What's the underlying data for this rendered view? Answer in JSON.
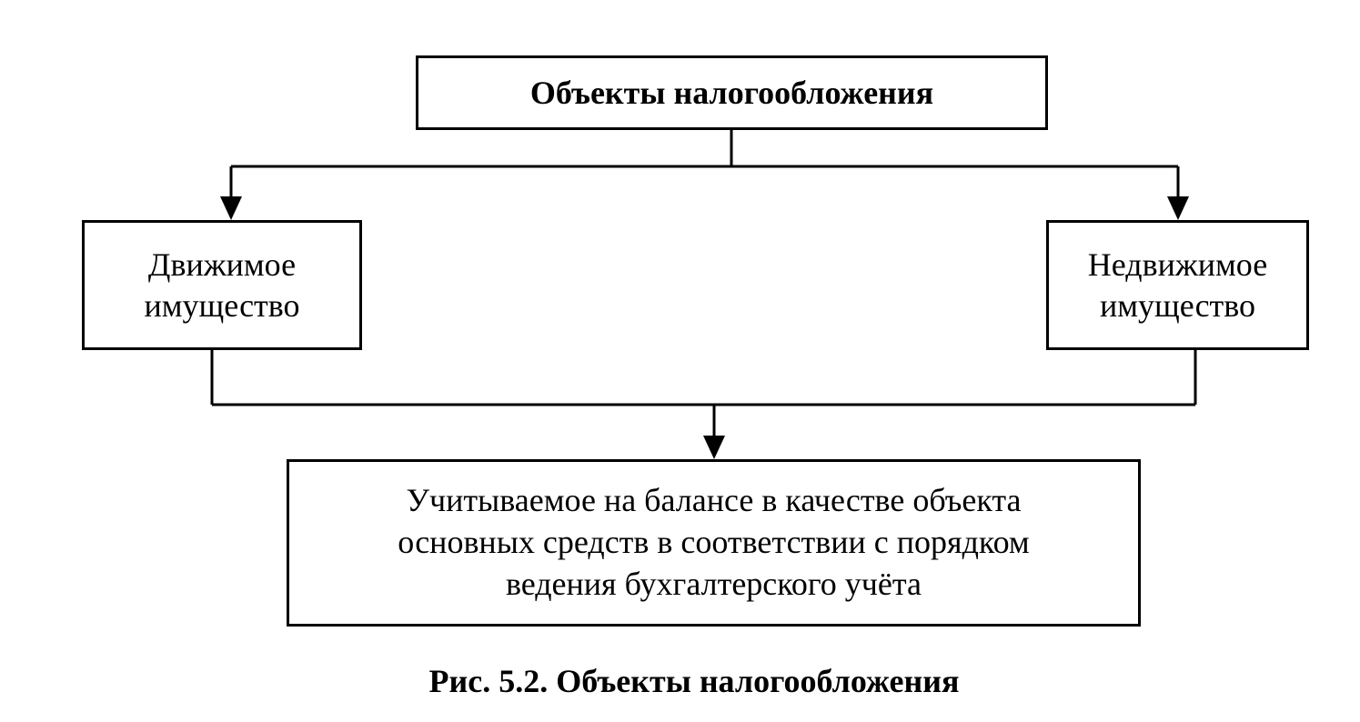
{
  "diagram": {
    "root": {
      "label": "Объекты налогообложения"
    },
    "left": {
      "label": "Движимое\nимущество"
    },
    "right": {
      "label": "Недвижимое\nимущество"
    },
    "result": {
      "label": "Учитываемое на балансе в качестве объекта\nосновных средств в соответствии с порядком\nведения бухгалтерского учёта"
    },
    "edges": [
      {
        "from": "root",
        "to": "left"
      },
      {
        "from": "root",
        "to": "right"
      },
      {
        "from": "left",
        "to": "result"
      },
      {
        "from": "right",
        "to": "result"
      }
    ]
  },
  "caption": "Рис. 5.2. Объекты налогообложения"
}
